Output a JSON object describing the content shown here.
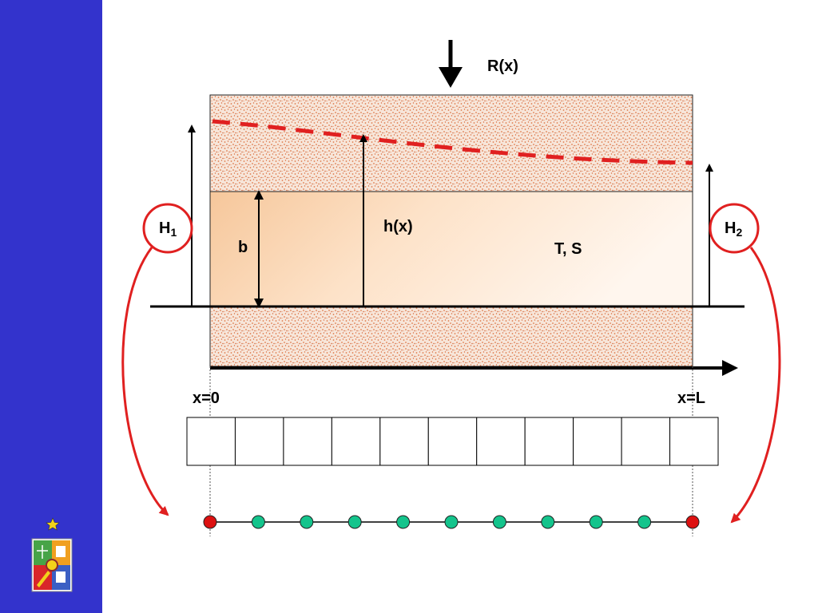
{
  "labels": {
    "recharge": "R(x)",
    "head_left": "H",
    "head_left_sub": "1",
    "head_right": "H",
    "head_right_sub": "2",
    "head_profile": "h(x)",
    "thickness": "b",
    "properties": "T, S",
    "x_start": "x=0",
    "x_end": "x=L"
  },
  "grid": {
    "cell_count": 11,
    "node_count": 11
  },
  "colors": {
    "sidebar": "#3333cc",
    "water_table": "#e02020",
    "boundary": "#e02020",
    "boundary_node": "#dd1111",
    "interior_node": "#14c48c",
    "soil": "#f7e6da",
    "soil_dots": "#e07a4a",
    "aquifer_dark": "#f6c79b",
    "aquifer_light": "#fff6ee"
  },
  "logo": {
    "icon": "university-crest-icon",
    "star": "star-icon"
  }
}
